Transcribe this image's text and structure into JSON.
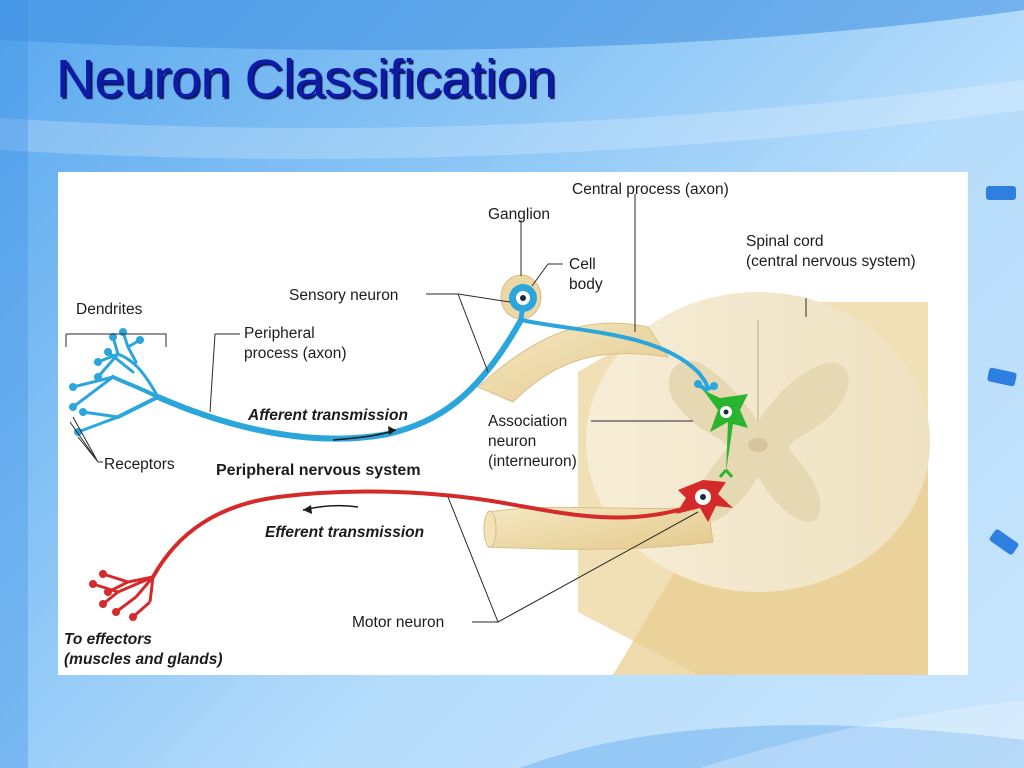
{
  "slide": {
    "title": "Neuron Classification",
    "background_color": "#8cc6f6",
    "title_color": "#0f1aa8"
  },
  "diagram": {
    "labels": {
      "central_process": "Central process (axon)",
      "ganglion": "Ganglion",
      "cell_body_1": "Cell",
      "cell_body_2": "body",
      "spinal_cord_1": "Spinal cord",
      "spinal_cord_2": "(central nervous system)",
      "dendrites": "Dendrites",
      "sensory_neuron": "Sensory neuron",
      "peripheral_process_1": "Peripheral",
      "peripheral_process_2": "process (axon)",
      "afferent": "Afferent transmission",
      "association_1": "Association",
      "association_2": "neuron",
      "association_3": "(interneuron)",
      "receptors": "Receptors",
      "pns": "Peripheral nervous system",
      "efferent": "Efferent transmission",
      "motor_neuron": "Motor neuron",
      "effectors_1": "To effectors",
      "effectors_2": "(muscles and glands)"
    },
    "colors": {
      "sensory": "#2aa6dc",
      "motor": "#d42a2a",
      "interneuron": "#2bb52f",
      "spinal_cord": "#f1e6cc",
      "nerve": "#e9d5a2"
    }
  }
}
